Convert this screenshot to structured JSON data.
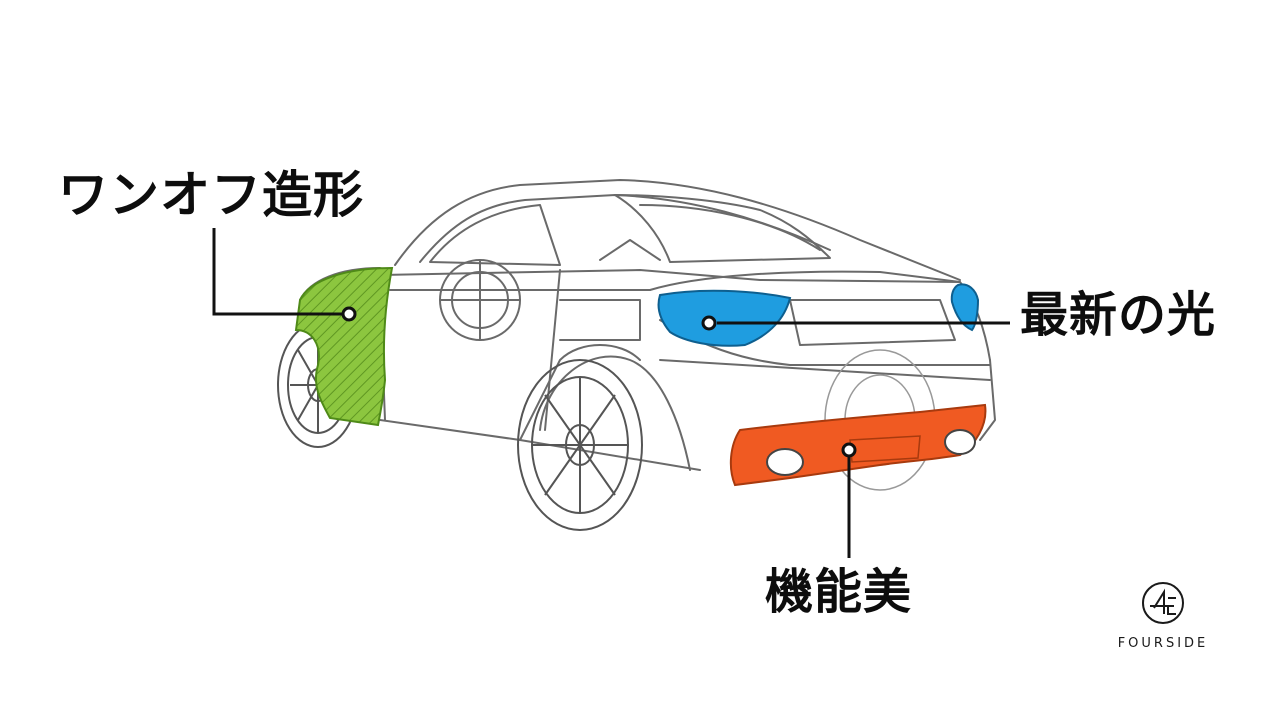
{
  "callouts": {
    "one_off": {
      "label": "ワンオフ造形",
      "color": "#7cbb2e"
    },
    "light": {
      "label": "最新の光",
      "color": "#29a3e0"
    },
    "function": {
      "label": "機能美",
      "color": "#ee5a24"
    }
  },
  "brand": {
    "name": "FOURSIDE"
  },
  "colors": {
    "line": "#111111",
    "outline": "#6e6e6e",
    "background": "#ffffff"
  }
}
